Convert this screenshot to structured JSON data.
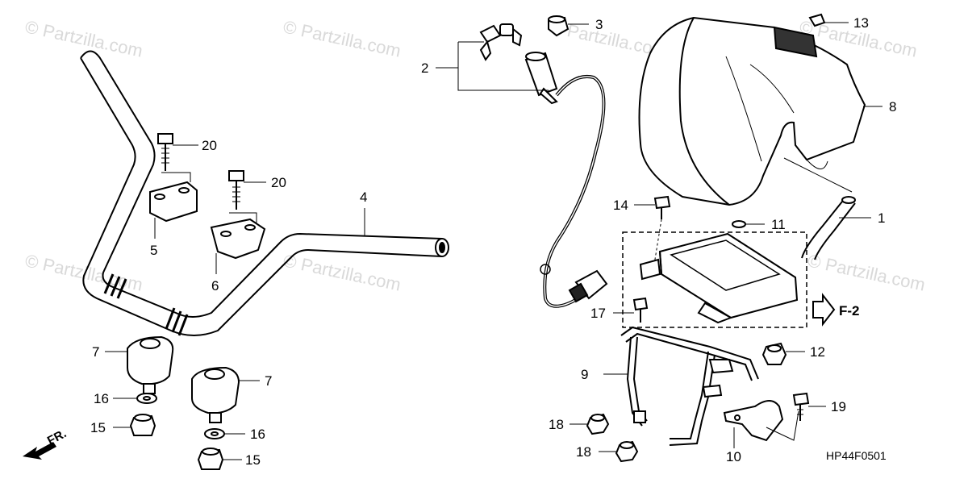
{
  "watermark": "© Partzilla.com",
  "diagram_code": "HP44F0501",
  "ref_label": "F-2",
  "direction_label": "FR.",
  "callouts": {
    "c1": "1",
    "c2": "2",
    "c3": "3",
    "c4": "4",
    "c5": "5",
    "c6": "6",
    "c7a": "7",
    "c7b": "7",
    "c8": "8",
    "c9": "9",
    "c10": "10",
    "c11": "11",
    "c12": "12",
    "c13": "13",
    "c14": "14",
    "c15a": "15",
    "c15b": "15",
    "c16a": "16",
    "c16b": "16",
    "c17": "17",
    "c18a": "18",
    "c18b": "18",
    "c19": "19",
    "c20a": "20",
    "c20b": "20"
  }
}
